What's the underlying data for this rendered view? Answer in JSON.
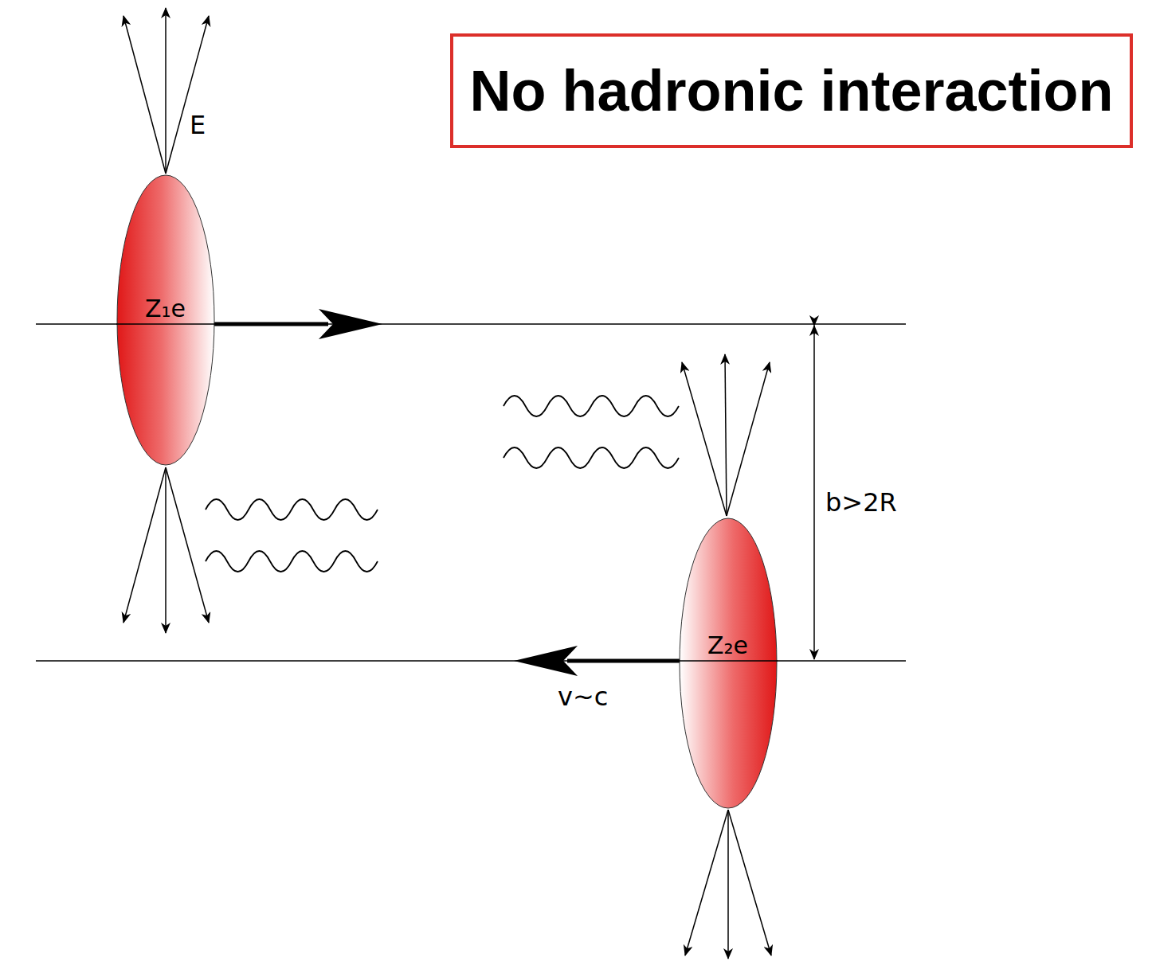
{
  "diagram": {
    "nodes": [
      {
        "text": [
          "No hadronic interaction"
        ]
      },
      {
        "text": [
          "Z₁e"
        ]
      },
      {
        "text": [
          "Z₂e"
        ]
      }
    ],
    "labels": [
      "E",
      "b>2R",
      "v~c"
    ]
  }
}
